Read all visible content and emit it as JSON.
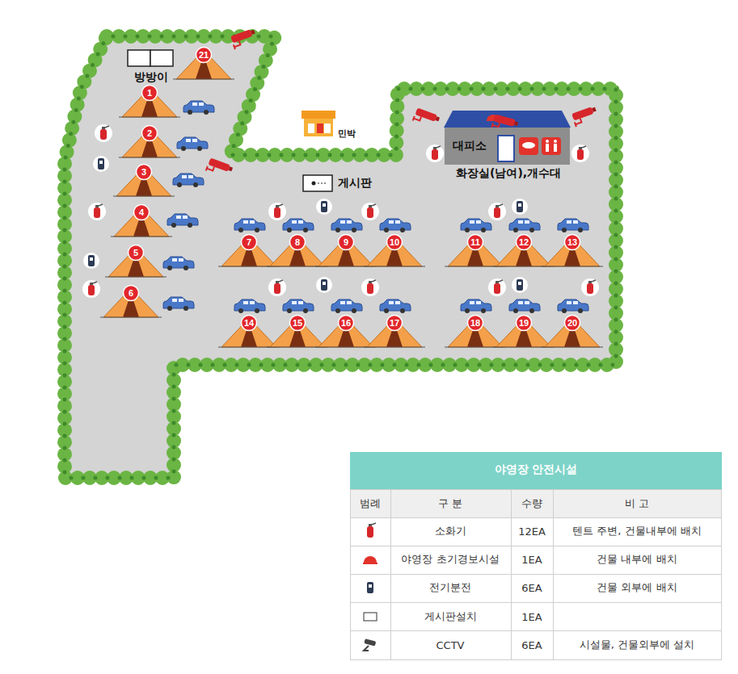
{
  "diagram": {
    "nodes": [
      {
        "text": [
          "대피소",
          "화장실(남여),개수대"
        ]
      }
    ],
    "labels": [
      "21",
      "1",
      "2",
      "3",
      "4",
      "5",
      "6",
      "7",
      "8",
      "9",
      "10",
      "11",
      "12",
      "13",
      "14",
      "15",
      "16",
      "17",
      "18",
      "19",
      "20",
      "방방이",
      "민박",
      "게시판",
      "야영장 안전시설",
      "범례",
      "구 분",
      "수량",
      "비 고",
      "소화기",
      "12EA",
      "텐트 주변, 건물내부에 배치",
      "야영장 초기경보시설",
      "1EA",
      "건물 내부에 배치",
      "전기분전",
      "6EA",
      "건물 외부에 배치",
      "게시판설치",
      "1EA",
      "CCTV",
      "6EA",
      "시설물, 건물외부에 설치"
    ]
  }
}
